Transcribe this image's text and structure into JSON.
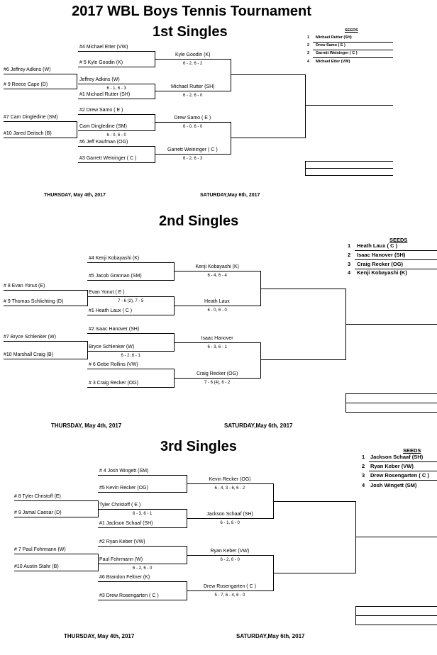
{
  "title": "2017 WBL Boys Tennis Tournament",
  "sections": [
    {
      "heading": "1st Singles",
      "seeds_title": "SEEDS",
      "seeds": [
        {
          "num": "1",
          "name": "Michael Rutter (SH)"
        },
        {
          "num": "2",
          "name": "Drew Samo ( E )"
        },
        {
          "num": "3",
          "name": "Garrett Weininger ( C )"
        },
        {
          "num": "4",
          "name": "Michael Etter (VW)"
        }
      ],
      "round1": [
        {
          "name": "#6 Jeffrey Adkins (W)"
        },
        {
          "name": "# 9 Reece Cape (D)"
        },
        {
          "name": "#7 Cam Dingledine (SM)"
        },
        {
          "name": "#10 Jared Deitsch (B)"
        }
      ],
      "round2": [
        {
          "name": "#4 Michael Etter (VW)"
        },
        {
          "name": "# 5  Kyle Goodin (K)"
        },
        {
          "name": "Jeffrey Adkins (W)",
          "score": "6 - 1, 6 - 3"
        },
        {
          "name": "#1 Michael Rutter (SH)"
        },
        {
          "name": "#2 Drew Samo ( E )"
        },
        {
          "name": "Cam Dingledine (SM)",
          "score": "6 - 0, 6 - 0"
        },
        {
          "name": "#6  Jeff Kaufman (OG)"
        },
        {
          "name": "#3 Garrett Weininger ( C )"
        }
      ],
      "round3": [
        {
          "name": "Kyle Goodin (K)",
          "score": "6 - 2, 6 - 2"
        },
        {
          "name": "Michael Rutter (SH)",
          "score": "6 - 2, 6 - 0"
        },
        {
          "name": "Drew Samo ( E )",
          "score": "6 - 0, 6 - 0"
        },
        {
          "name": "Garrett Weininger ( C )",
          "score": "6 - 2, 6 - 3"
        }
      ],
      "days": {
        "left": "THURSDAY, May 4th, 2017",
        "right": "SATURDAY,May 6th, 2017"
      }
    },
    {
      "heading": "2nd Singles",
      "seeds_title": "SEEDS",
      "seeds": [
        {
          "num": "1",
          "name": "Heath Laux ( C )"
        },
        {
          "num": "2",
          "name": "Isaac Hanover (SH)"
        },
        {
          "num": "3",
          "name": "Craig Recker (OG)"
        },
        {
          "num": "4",
          "name": "Kenji Kobayashi (K)"
        }
      ],
      "round1": [
        {
          "name": "# 8 Evan Yonut (E)"
        },
        {
          "name": "# 9 Thomas Schlichting (D)"
        },
        {
          "name": "#7 Bryce Schlenker (W)"
        },
        {
          "name": "#10 Marshall Craig (B)"
        }
      ],
      "round2": [
        {
          "name": "#4 Kenji Kobayashi (K)"
        },
        {
          "name": "#5 Jacob Grannan (SM)"
        },
        {
          "name": "Evan Yonut ( E )",
          "score": "7 - 6 (2), 7 - 5"
        },
        {
          "name": "#1 Heath Laux ( C )"
        },
        {
          "name": "#2 Isaac Hanover (SH)"
        },
        {
          "name": "Bryce Schlenker (W)",
          "score": "6 - 2, 6 - 1"
        },
        {
          "name": "# 6  Gebe Rollins (VW)"
        },
        {
          "name": "# 3 Craig Recker (OG)"
        }
      ],
      "round3": [
        {
          "name": "Kenji Kobayashi (K)",
          "score": "6 - 4, 6 - 4"
        },
        {
          "name": "Heath Laux",
          "score": "6 - 0, 6 - 0"
        },
        {
          "name": "Isaac Hanover",
          "score": "6 - 3, 6 - 1"
        },
        {
          "name": "Craig Recker (OG)",
          "score": "7 - 6 (4), 6 - 2"
        }
      ],
      "days": {
        "left": "THURSDAY, May 4th, 2017",
        "right": "SATURDAY,May 6th, 2017"
      }
    },
    {
      "heading": "3rd Singles",
      "seeds_title": "SEEDS",
      "seeds": [
        {
          "num": "1",
          "name": "Jackson Schaaf (SH)"
        },
        {
          "num": "2",
          "name": "Ryan Keber (VW)"
        },
        {
          "num": "3",
          "name": "Drew Rosengarten ( C )"
        },
        {
          "num": "4",
          "name": "Josh Wingett (SM)"
        }
      ],
      "round1": [
        {
          "name": "# 8 Tyler Christoff (E)"
        },
        {
          "name": "# 9  Jamal Caesar (D)"
        },
        {
          "name": "# 7 Paul Fohrmann (W)"
        },
        {
          "name": "#10 Austin Stahr (B)"
        }
      ],
      "round2": [
        {
          "name": "# 4 Josh Wingett (SM)"
        },
        {
          "name": "#5 Kevin Recker (OG)"
        },
        {
          "name": "Tyler Christoff ( E )",
          "score": "6 - 3, 6 - 1"
        },
        {
          "name": "#1 Jackson Schaaf (SH)"
        },
        {
          "name": "#2 Ryan Keber (VW)"
        },
        {
          "name": "Paul Fohrmann (W)",
          "score": "6 - 2, 6 - 0"
        },
        {
          "name": "#6  Brandon Feltner (K)"
        },
        {
          "name": "#3 Drew Rosengarten ( C )"
        }
      ],
      "round3": [
        {
          "name": "Kevin Recker (OG)",
          "score": "6 - 4, 3 - 6, 6 - 2"
        },
        {
          "name": "Jackson Schaaf (SH)",
          "score": "6 - 1, 6 - 0"
        },
        {
          "name": "Ryan Keber (VW)",
          "score": "6 - 2, 6 - 0"
        },
        {
          "name": "Drew Rosengarten ( C )",
          "score": "5 - 7, 6 - 4, 6 - 0"
        }
      ],
      "days": {
        "left": "THURSDAY, May 4th, 2017",
        "right": "SATURDAY,May 6th, 2017"
      }
    }
  ]
}
